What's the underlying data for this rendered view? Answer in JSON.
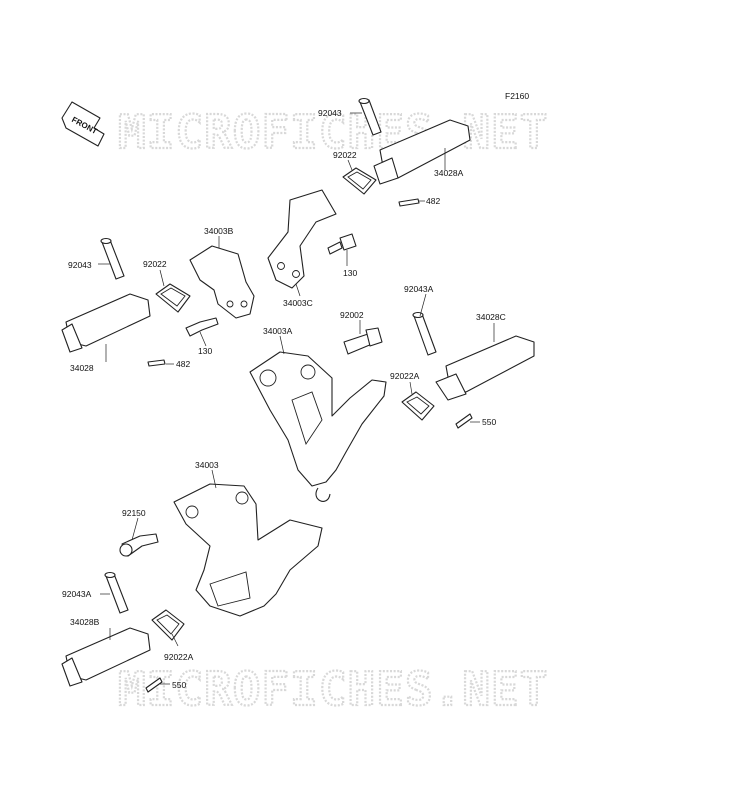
{
  "diagram": {
    "code": "F2160",
    "front_badge": "FRONT",
    "watermark_text": "MICROFICHES.NET",
    "parts": [
      {
        "key": "p92043_top",
        "label": "92043"
      },
      {
        "key": "p92022_top",
        "label": "92022"
      },
      {
        "key": "p34028A",
        "label": "34028A"
      },
      {
        "key": "p482_top",
        "label": "482"
      },
      {
        "key": "p34003B",
        "label": "34003B"
      },
      {
        "key": "p130_right",
        "label": "130"
      },
      {
        "key": "p34003C",
        "label": "34003C"
      },
      {
        "key": "p92043_left",
        "label": "92043"
      },
      {
        "key": "p92022_left",
        "label": "92022"
      },
      {
        "key": "p130_left",
        "label": "130"
      },
      {
        "key": "p34028",
        "label": "34028"
      },
      {
        "key": "p482_left",
        "label": "482"
      },
      {
        "key": "p34003A",
        "label": "34003A"
      },
      {
        "key": "p92002",
        "label": "92002"
      },
      {
        "key": "p92043A_right",
        "label": "92043A"
      },
      {
        "key": "p34028C",
        "label": "34028C"
      },
      {
        "key": "p92022A_right",
        "label": "92022A"
      },
      {
        "key": "p550_right",
        "label": "550"
      },
      {
        "key": "p34003",
        "label": "34003"
      },
      {
        "key": "p92150",
        "label": "92150"
      },
      {
        "key": "p92043A_left",
        "label": "92043A"
      },
      {
        "key": "p34028B",
        "label": "34028B"
      },
      {
        "key": "p92022A_left",
        "label": "92022A"
      },
      {
        "key": "p550_left",
        "label": "550"
      }
    ]
  }
}
